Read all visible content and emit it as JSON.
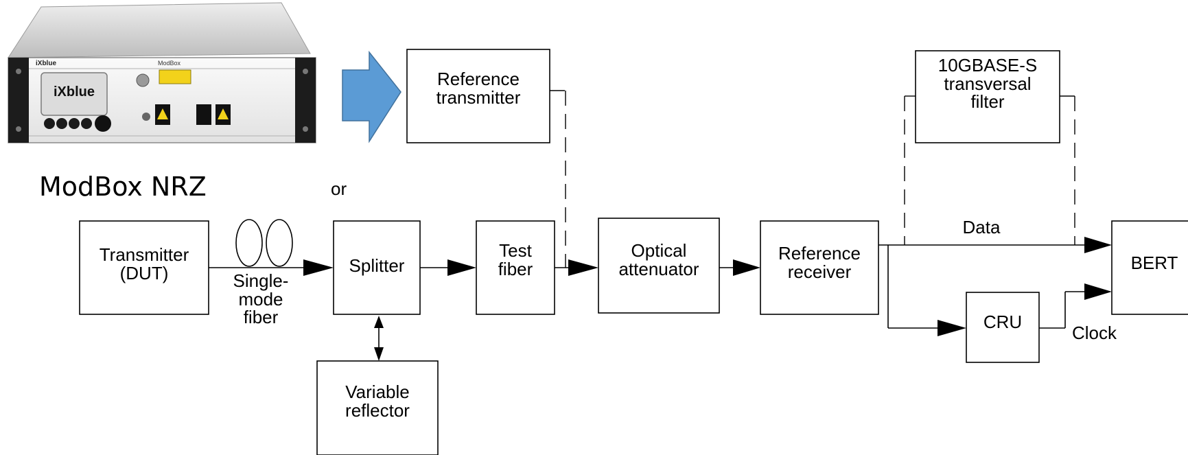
{
  "device": {
    "brand": "iXblue",
    "model": "ModBox",
    "screen_logo": "iXblue",
    "caption": "ModBox NRZ"
  },
  "colors": {
    "arrow_fill": "#5b9bd5",
    "arrow_stroke": "#41719c",
    "line": "#000000"
  },
  "blocks": {
    "reference_transmitter": "Reference\ntransmitter",
    "transversal_filter": "10GBASE-S\ntransversal\nfilter",
    "transmitter_dut": "Transmitter\n(DUT)",
    "splitter": "Splitter",
    "test_fiber": "Test\nfiber",
    "optical_attenuator": "Optical\nattenuator",
    "reference_receiver": "Reference\nreceiver",
    "bert": "BERT",
    "cru": "CRU",
    "variable_reflector": "Variable\nreflector"
  },
  "labels": {
    "single_mode_fiber": "Single-\nmode\nfiber",
    "data": "Data",
    "clock": "Clock",
    "partial_text": "or"
  }
}
